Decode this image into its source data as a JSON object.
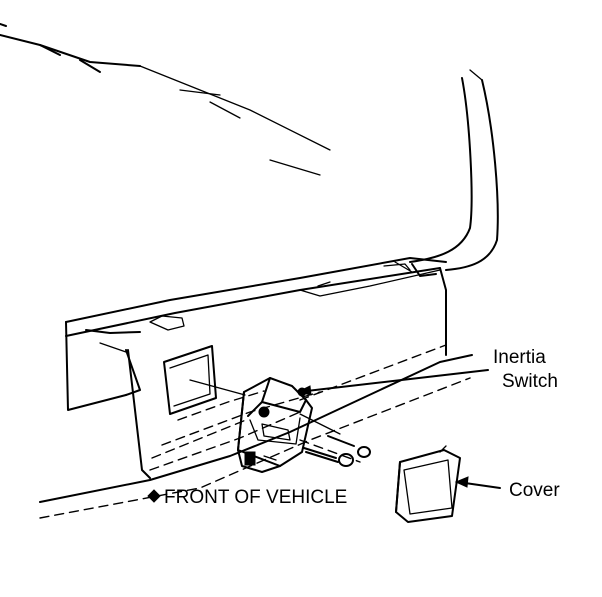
{
  "labels": {
    "inertia_line1": "Inertia",
    "inertia_line2": "Switch",
    "cover": "Cover",
    "front_of_vehicle": "FRONT OF VEHICLE"
  },
  "colors": {
    "ink": "#000000",
    "background": "#ffffff"
  }
}
